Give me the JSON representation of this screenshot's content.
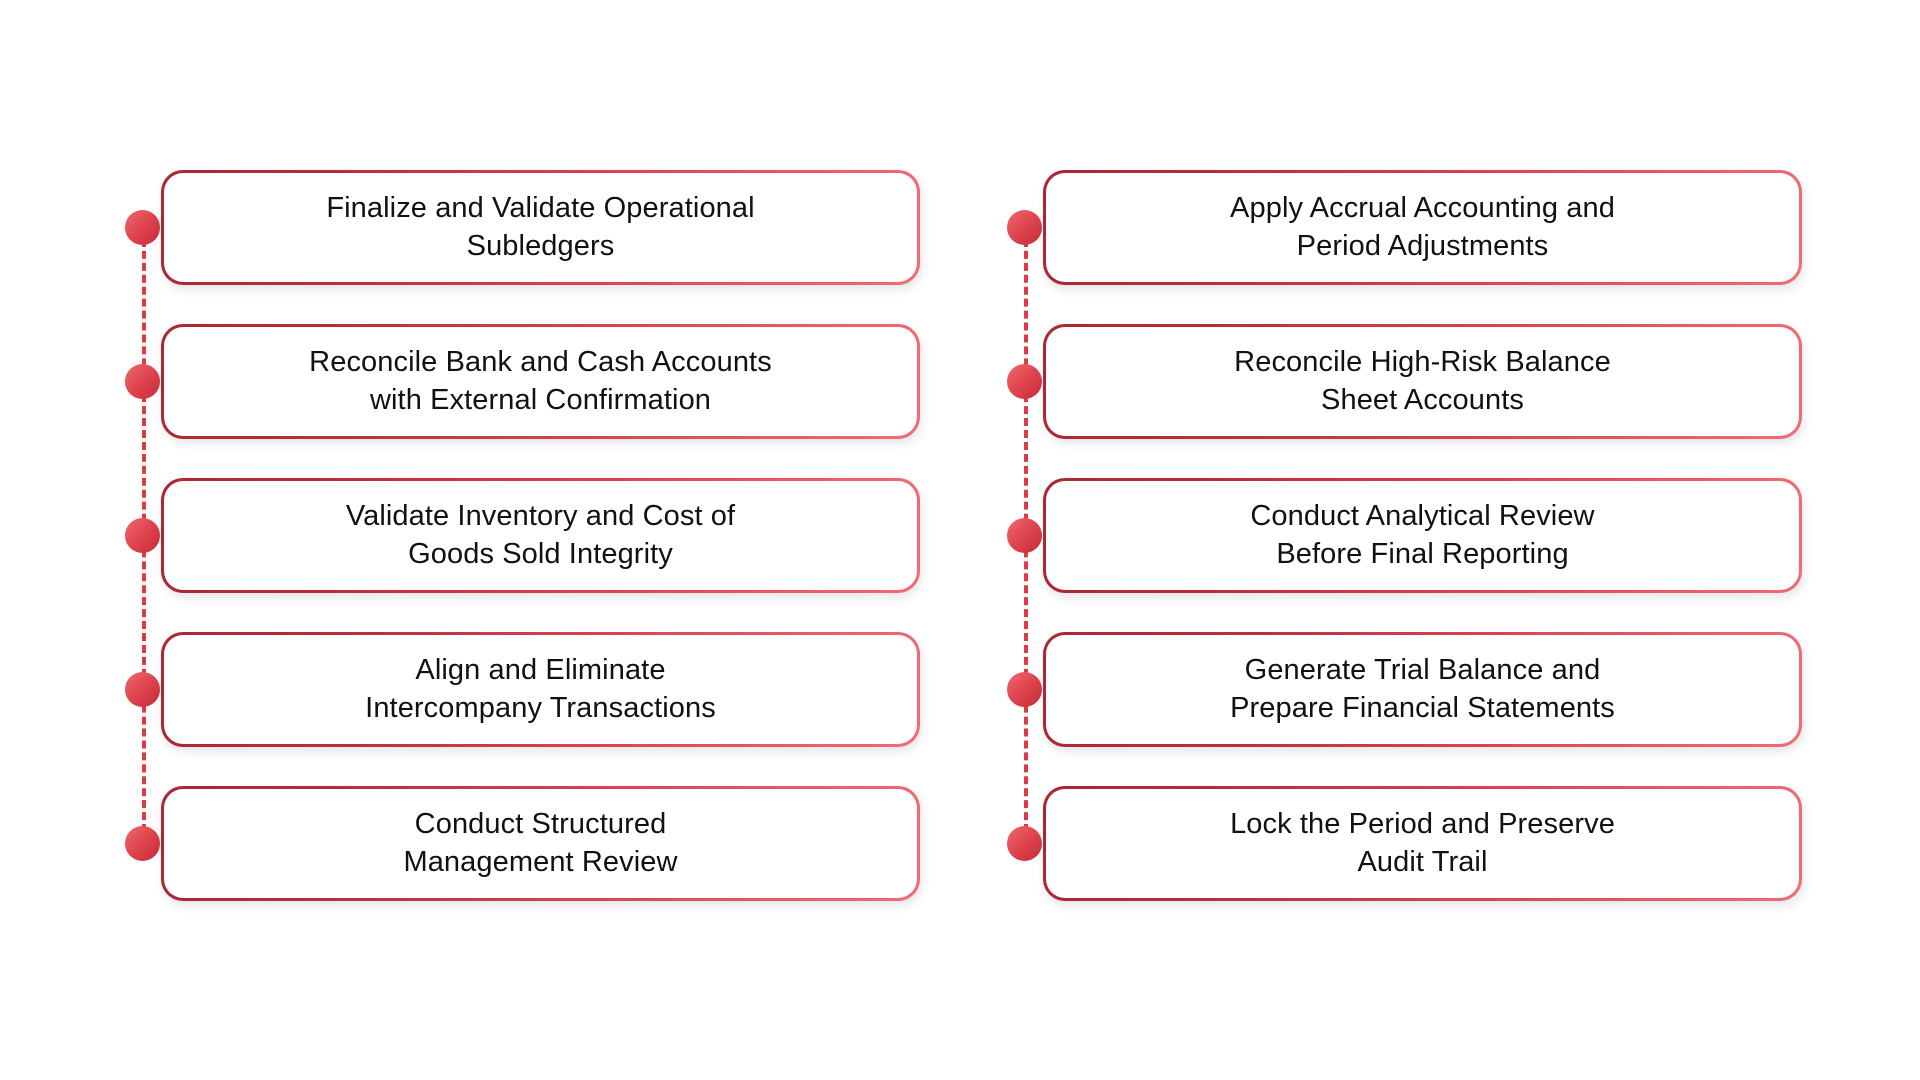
{
  "diagram": {
    "type": "two-column-checklist",
    "background_color": "#FFFFFF",
    "accent_color_dark": "#AB2732",
    "accent_color_light": "#F26B74",
    "connector_color": "#DC3A46",
    "text_color": "#111114",
    "columns": [
      {
        "name": "left-column",
        "steps": [
          {
            "label": "Finalize and Validate Operational\nSubledgers"
          },
          {
            "label": "Reconcile Bank and Cash Accounts\nwith External Confirmation"
          },
          {
            "label": "Validate Inventory and Cost of\nGoods Sold Integrity"
          },
          {
            "label": "Align and Eliminate\nIntercompany Transactions"
          },
          {
            "label": "Conduct Structured\nManagement Review"
          }
        ]
      },
      {
        "name": "right-column",
        "steps": [
          {
            "label": "Apply Accrual Accounting and\nPeriod Adjustments"
          },
          {
            "label": "Reconcile High-Risk Balance\nSheet Accounts"
          },
          {
            "label": "Conduct Analytical Review\nBefore Final Reporting"
          },
          {
            "label": "Generate Trial Balance and\nPrepare Financial Statements"
          },
          {
            "label": "Lock the Period and Preserve\nAudit Trail"
          }
        ]
      }
    ]
  }
}
